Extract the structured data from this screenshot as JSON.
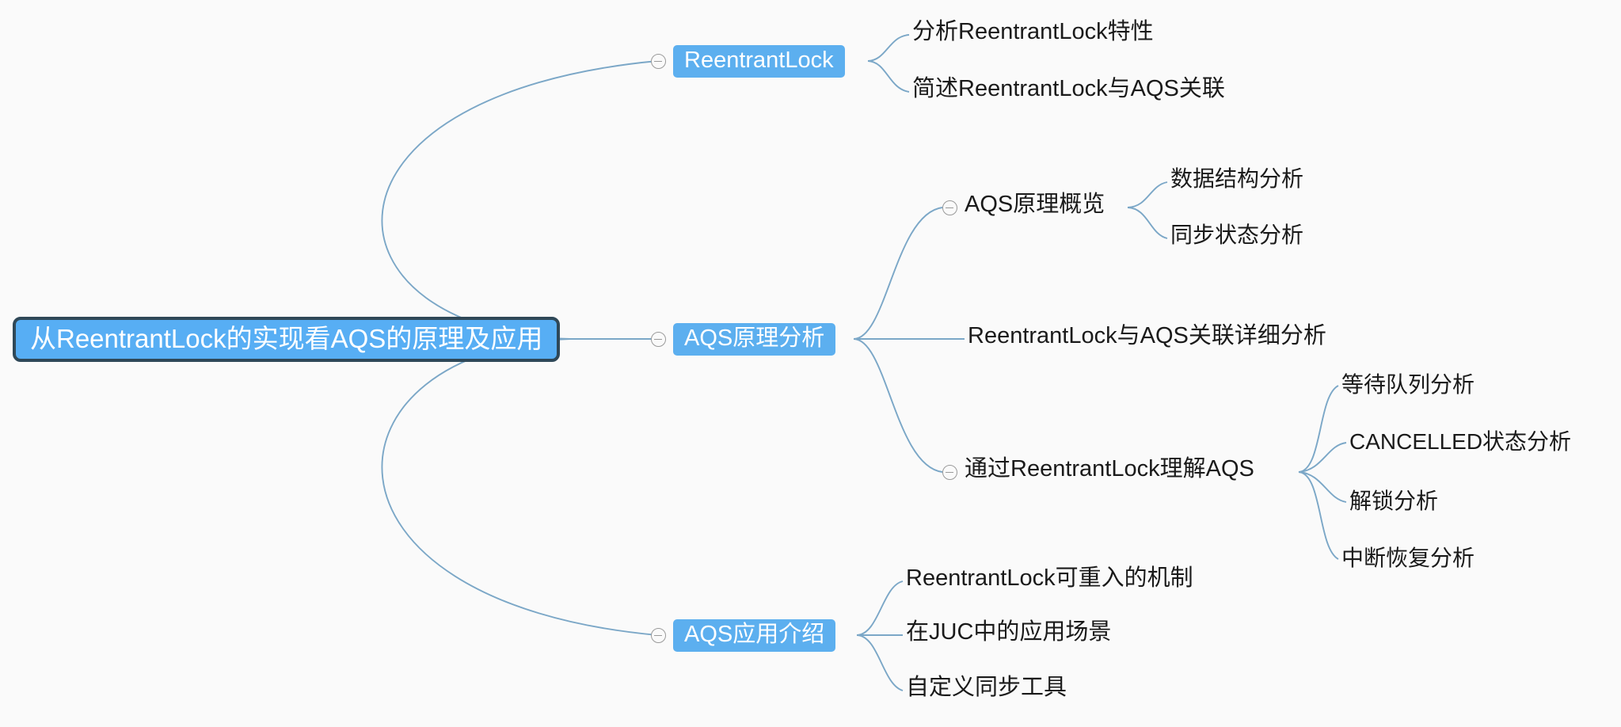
{
  "diagram": {
    "type": "mindmap",
    "background_color": "#fafafa",
    "edge_color": "#7ba7c7",
    "root_fill": "#57aef4",
    "root_border": "#2f4858",
    "branch_fill": "#5cafef",
    "node_text_color": "#ffffff",
    "leaf_text_color": "#1a1a1a",
    "toggle_icon": "collapse-toggle-minus"
  },
  "root": {
    "label": "从ReentrantLock的实现看AQS的原理及应用"
  },
  "branches": [
    {
      "label": "ReentrantLock",
      "toggle": true,
      "children": [
        {
          "label": "分析ReentrantLock特性"
        },
        {
          "label": "简述ReentrantLock与AQS关联"
        }
      ]
    },
    {
      "label": "AQS原理分析",
      "toggle": true,
      "children": [
        {
          "label": "AQS原理概览",
          "toggle": true,
          "children": [
            {
              "label": "数据结构分析"
            },
            {
              "label": "同步状态分析"
            }
          ]
        },
        {
          "label": "ReentrantLock与AQS关联详细分析"
        },
        {
          "label": "通过ReentrantLock理解AQS",
          "toggle": true,
          "children": [
            {
              "label": "等待队列分析"
            },
            {
              "label": "CANCELLED状态分析"
            },
            {
              "label": "解锁分析"
            },
            {
              "label": "中断恢复分析"
            }
          ]
        }
      ]
    },
    {
      "label": "AQS应用介绍",
      "toggle": true,
      "children": [
        {
          "label": "ReentrantLock可重入的机制"
        },
        {
          "label": "在JUC中的应用场景"
        },
        {
          "label": "自定义同步工具"
        }
      ]
    }
  ]
}
